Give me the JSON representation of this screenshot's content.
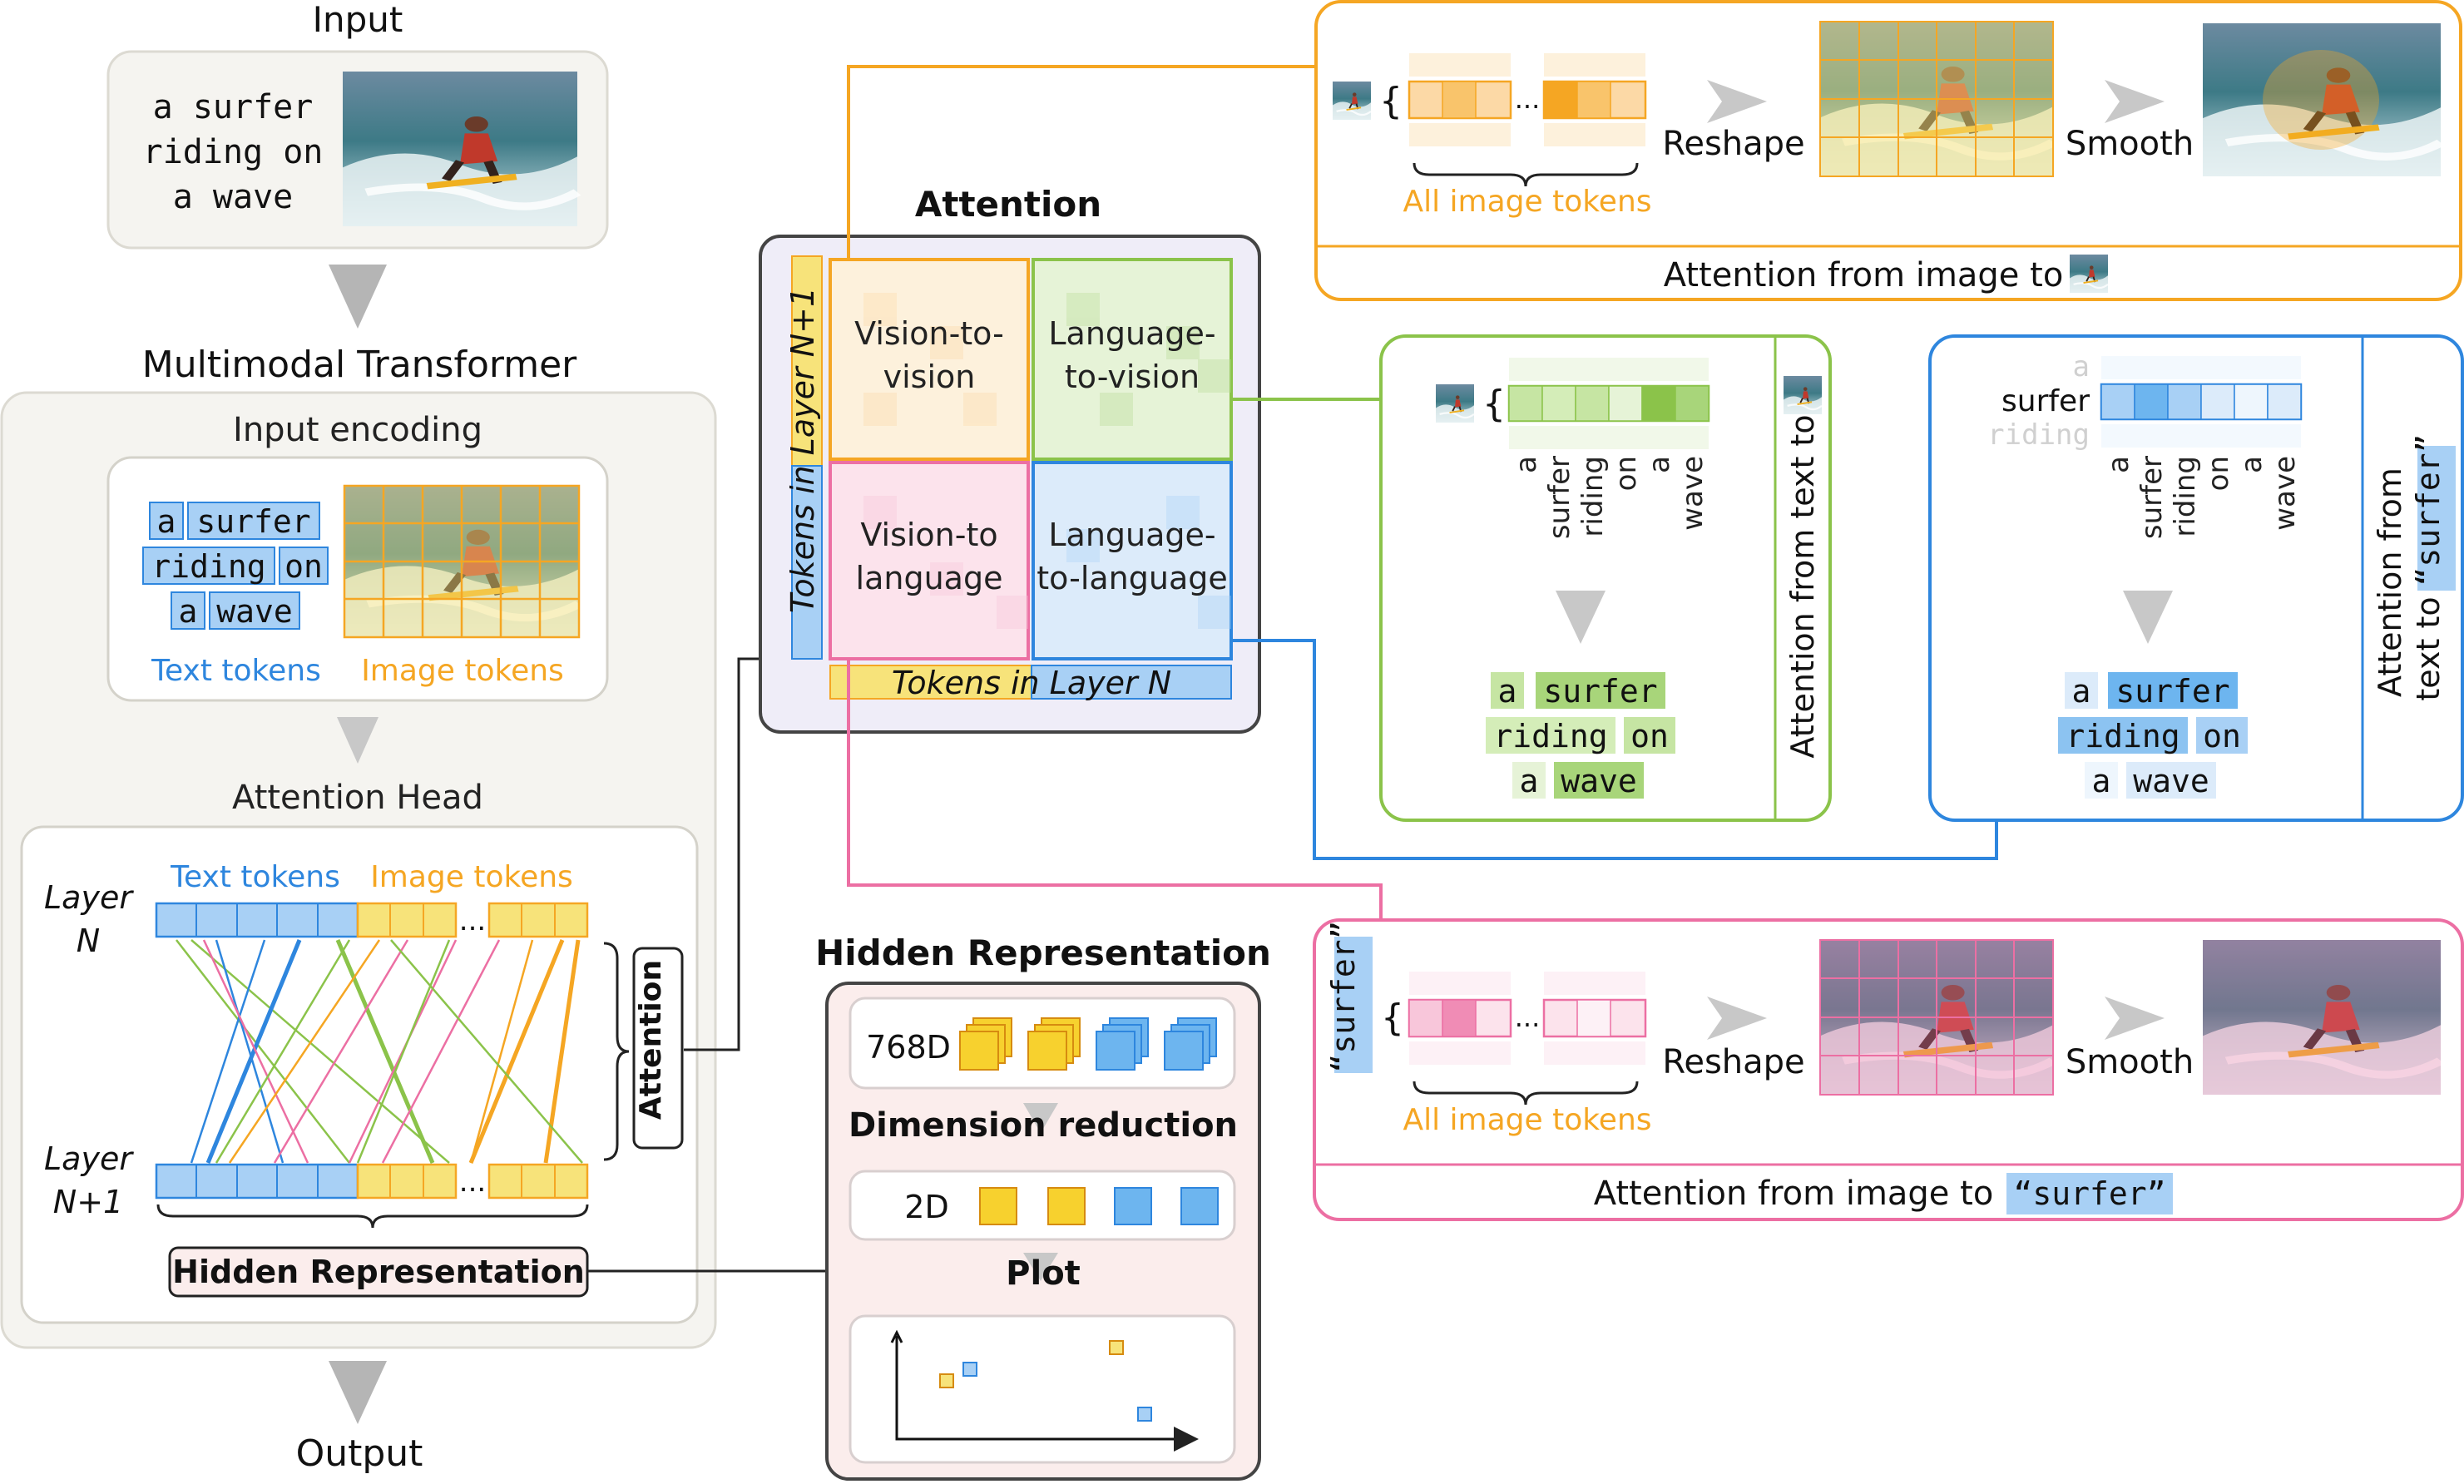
{
  "colors": {
    "orange": "#F5A623",
    "orange_light": "#FCD9A6",
    "green": "#8BC34A",
    "green_light": "#D4EDB8",
    "blue": "#2E86DE",
    "blue_light": "#A8D0F5",
    "pink": "#EC6FA3",
    "pink_light": "#F8C6DA",
    "yellow": "#F7E37A",
    "gray_panel": "#F5F4F0",
    "purple_panel": "#EFEDF8",
    "pink_panel": "#FBEDEC"
  },
  "input": {
    "title": "Input",
    "caption": [
      "a surfer",
      "riding on",
      "a wave"
    ]
  },
  "transformer": {
    "title": "Multimodal Transformer",
    "input_encoding": "Input encoding",
    "text_tokens_words": [
      [
        "a",
        "surfer"
      ],
      [
        "riding",
        "on"
      ],
      [
        "a",
        "wave"
      ]
    ],
    "text_tokens_label": "Text tokens",
    "image_tokens_label": "Image tokens",
    "attention_head": "Attention Head",
    "layer_n": [
      "Layer",
      "N"
    ],
    "layer_n1": [
      "Layer",
      "N+1"
    ],
    "text_tokens_head": "Text tokens",
    "image_tokens_head": "Image tokens",
    "ellipsis": "...",
    "attention_label": "Attention",
    "hidden_label": "Hidden Representation"
  },
  "output": {
    "title": "Output"
  },
  "attention_matrix": {
    "title": "Attention",
    "cells": [
      "Vision-to-",
      "vision",
      "Language-",
      "to-vision",
      "Vision-to",
      "language",
      "Language-",
      "to-language"
    ],
    "y_axis": "Tokens in Layer N+1",
    "x_axis": "Tokens in Layer N"
  },
  "hidden_rep": {
    "title": "Hidden Representation",
    "dim768": "768D",
    "reduction": "Dimension reduction",
    "dim2": "2D",
    "plot": "Plot"
  },
  "panel_img_to_img": {
    "all_tokens": "All image tokens",
    "reshape": "Reshape",
    "smooth": "Smooth",
    "caption": "Attention from image to"
  },
  "panel_text_to_img": {
    "words": [
      "a",
      "surfer",
      "riding",
      "on",
      "a",
      "wave"
    ],
    "caption": "Attention from text to",
    "out_words": [
      [
        "a",
        "surfer"
      ],
      [
        "riding",
        "on"
      ],
      [
        "a",
        "wave"
      ]
    ]
  },
  "panel_text_to_text": {
    "row_labels": [
      "a",
      "surfer",
      "riding"
    ],
    "words": [
      "a",
      "surfer",
      "riding",
      "on",
      "a",
      "wave"
    ],
    "caption_line1": "Attention from",
    "caption_line2": "text to",
    "caption_token": "“surfer”",
    "out_words": [
      [
        "a",
        "surfer"
      ],
      [
        "riding",
        "on"
      ],
      [
        "a",
        "wave"
      ]
    ]
  },
  "panel_img_to_text": {
    "token": "“surfer”",
    "all_tokens": "All image tokens",
    "reshape": "Reshape",
    "smooth": "Smooth",
    "caption": "Attention from image to",
    "caption_token": "“surfer”"
  }
}
